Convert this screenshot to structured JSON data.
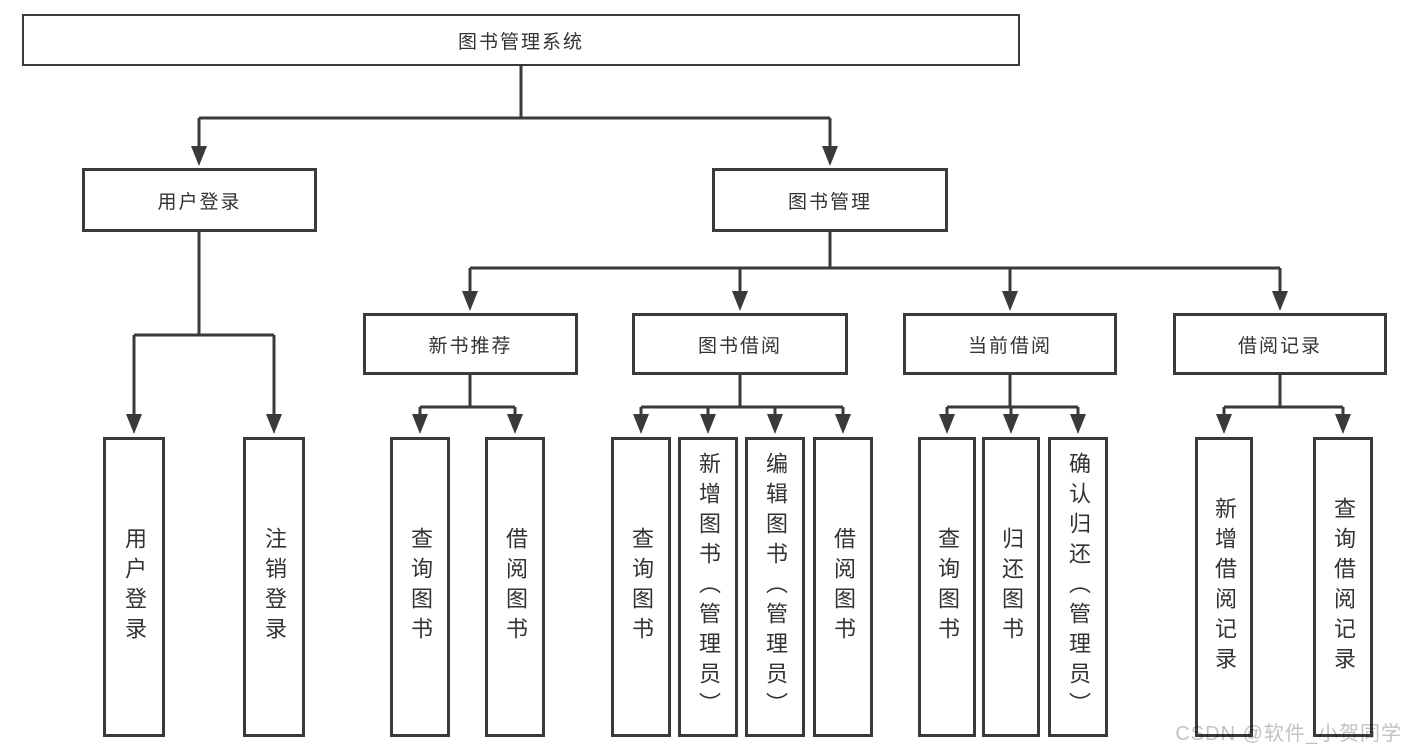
{
  "diagram": {
    "root": {
      "label": "图书管理系统"
    },
    "branches": [
      {
        "label": "用户登录",
        "children": [
          {
            "label": "用户登录"
          },
          {
            "label": "注销登录"
          }
        ]
      },
      {
        "label": "图书管理",
        "children": [
          {
            "label": "新书推荐",
            "children": [
              {
                "label": "查询图书"
              },
              {
                "label": "借阅图书"
              }
            ]
          },
          {
            "label": "图书借阅",
            "children": [
              {
                "label": "查询图书"
              },
              {
                "label": "新增图书（管理员）"
              },
              {
                "label": "编辑图书（管理员）"
              },
              {
                "label": "借阅图书"
              }
            ]
          },
          {
            "label": "当前借阅",
            "children": [
              {
                "label": "查询图书"
              },
              {
                "label": "归还图书"
              },
              {
                "label": "确认归还（管理员）"
              }
            ]
          },
          {
            "label": "借阅记录",
            "children": [
              {
                "label": "新增借阅记录"
              },
              {
                "label": "查询借阅记录"
              }
            ]
          }
        ]
      }
    ]
  },
  "watermark": {
    "text": "CSDN @软件_小贺同学"
  },
  "colors": {
    "line": "#3a3a3a",
    "text": "#333333",
    "background": "#ffffff",
    "watermark": "#c6c0c6"
  }
}
